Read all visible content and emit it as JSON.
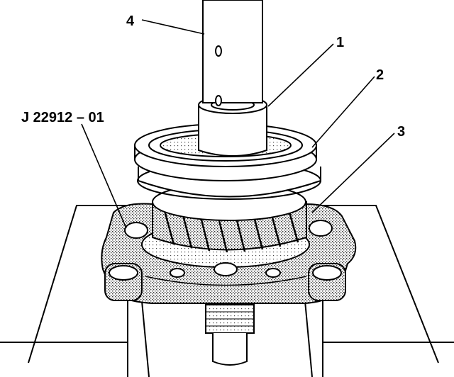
{
  "callouts": {
    "shaft": "4",
    "collar": "1",
    "synchronizer": "2",
    "gear": "3",
    "tool": "J 22912 – 01"
  },
  "colors": {
    "line": "#000000",
    "background": "#ffffff",
    "stipple": "#bdbdbd"
  }
}
